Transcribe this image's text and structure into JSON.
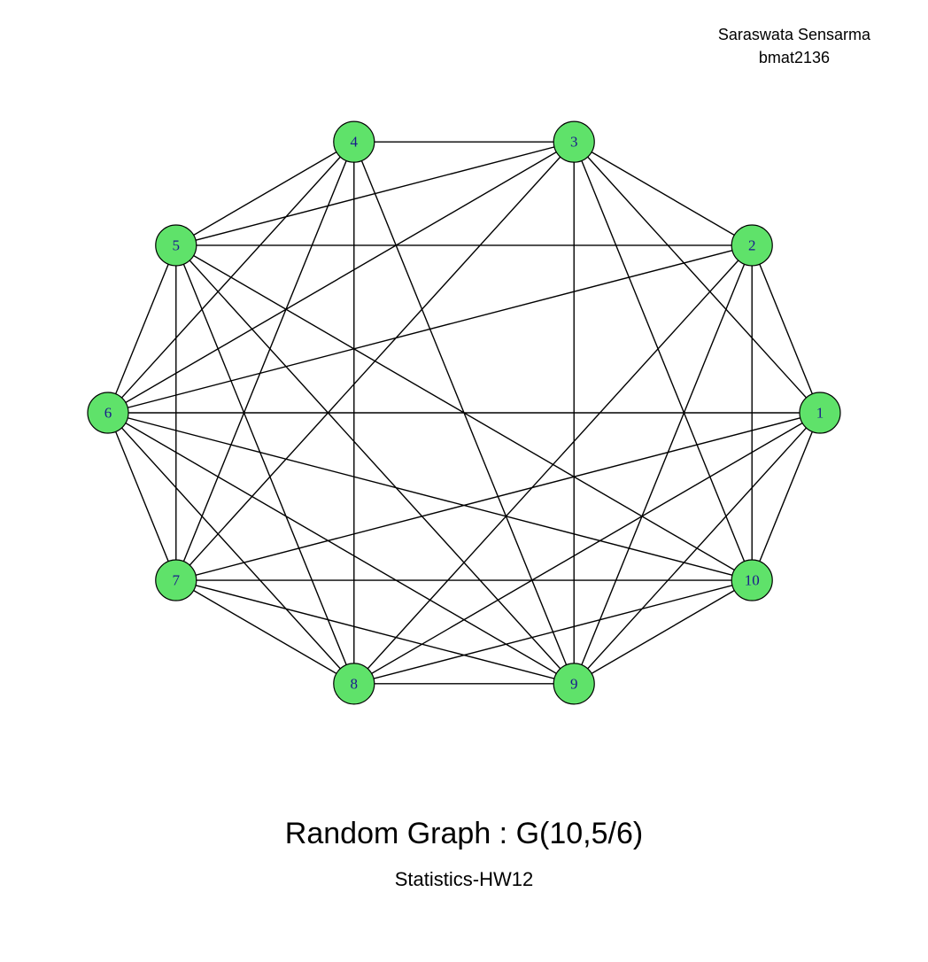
{
  "author": {
    "name": "Saraswata Sensarma",
    "id": "bmat2136"
  },
  "title": "Random Graph : G(10,5/6)",
  "subtitle": "Statistics-HW12",
  "colors": {
    "node_fill": "#5fe26a",
    "node_label": "#1a1a8c",
    "edge": "#000000",
    "background": "#ffffff"
  },
  "graph": {
    "layout": "circle",
    "nodes": [
      "1",
      "2",
      "3",
      "4",
      "5",
      "6",
      "7",
      "8",
      "9",
      "10"
    ],
    "edges": [
      [
        "1",
        "2"
      ],
      [
        "1",
        "3"
      ],
      [
        "1",
        "6"
      ],
      [
        "1",
        "7"
      ],
      [
        "1",
        "8"
      ],
      [
        "1",
        "9"
      ],
      [
        "1",
        "10"
      ],
      [
        "2",
        "3"
      ],
      [
        "2",
        "5"
      ],
      [
        "2",
        "6"
      ],
      [
        "2",
        "8"
      ],
      [
        "2",
        "9"
      ],
      [
        "2",
        "10"
      ],
      [
        "3",
        "4"
      ],
      [
        "3",
        "5"
      ],
      [
        "3",
        "6"
      ],
      [
        "3",
        "7"
      ],
      [
        "3",
        "9"
      ],
      [
        "3",
        "10"
      ],
      [
        "4",
        "5"
      ],
      [
        "4",
        "6"
      ],
      [
        "4",
        "7"
      ],
      [
        "4",
        "8"
      ],
      [
        "4",
        "9"
      ],
      [
        "5",
        "6"
      ],
      [
        "5",
        "7"
      ],
      [
        "5",
        "8"
      ],
      [
        "5",
        "9"
      ],
      [
        "5",
        "10"
      ],
      [
        "6",
        "7"
      ],
      [
        "6",
        "8"
      ],
      [
        "6",
        "9"
      ],
      [
        "6",
        "10"
      ],
      [
        "7",
        "8"
      ],
      [
        "7",
        "9"
      ],
      [
        "7",
        "10"
      ],
      [
        "8",
        "9"
      ],
      [
        "8",
        "10"
      ],
      [
        "9",
        "10"
      ]
    ]
  }
}
